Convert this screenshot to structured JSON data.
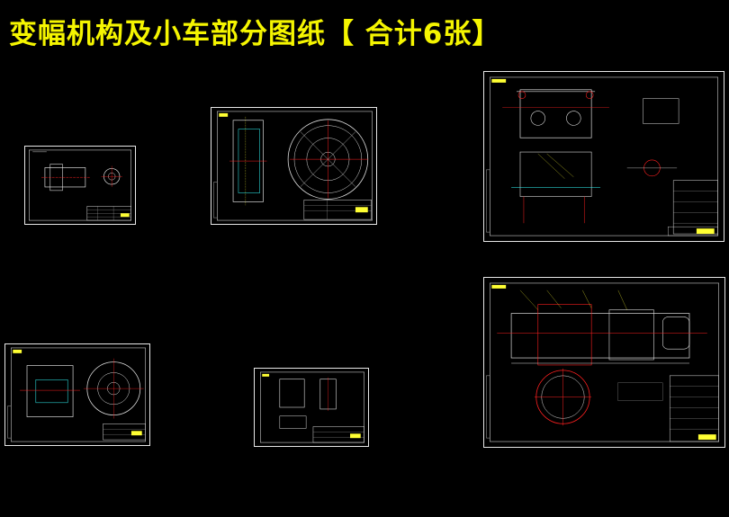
{
  "title": "变幅机构及小车部分图纸【 合计6张】",
  "colors": {
    "background": "#000000",
    "title": "#f5f500",
    "frame": "#e8e8e8",
    "accent_red": "#ff2020",
    "accent_yellow": "#ffff33",
    "accent_cyan": "#33ffff"
  },
  "sheets": [
    {
      "name": "drawing-sheet-1",
      "content": "shaft-drawing"
    },
    {
      "name": "drawing-sheet-2",
      "content": "wheel-drawing"
    },
    {
      "name": "drawing-sheet-3",
      "content": "trolley-assembly"
    },
    {
      "name": "drawing-sheet-4",
      "content": "drum-drawing"
    },
    {
      "name": "drawing-sheet-5",
      "content": "part-detail"
    },
    {
      "name": "drawing-sheet-6",
      "content": "luffing-mechanism-assembly"
    }
  ]
}
